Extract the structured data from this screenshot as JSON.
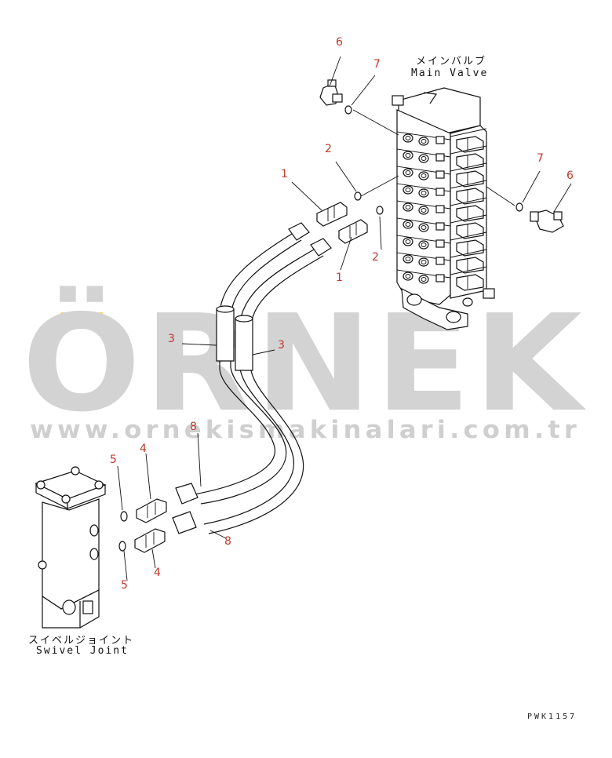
{
  "labels": {
    "main_valve_jp": "メインバルブ",
    "main_valve_en": "Main Valve",
    "swivel_joint_jp": "スイベルジョイント",
    "swivel_joint_en": "Swivel Joint"
  },
  "callouts": [
    {
      "id": "c6a",
      "text": "6"
    },
    {
      "id": "c7a",
      "text": "7"
    },
    {
      "id": "c2a",
      "text": "2"
    },
    {
      "id": "c1a",
      "text": "1"
    },
    {
      "id": "c7b",
      "text": "7"
    },
    {
      "id": "c6b",
      "text": "6"
    },
    {
      "id": "c2b",
      "text": "2"
    },
    {
      "id": "c1b",
      "text": "1"
    },
    {
      "id": "c3a",
      "text": "3"
    },
    {
      "id": "c3b",
      "text": "3"
    },
    {
      "id": "c8a",
      "text": "8"
    },
    {
      "id": "c5a",
      "text": "5"
    },
    {
      "id": "c4a",
      "text": "4"
    },
    {
      "id": "c8b",
      "text": "8"
    },
    {
      "id": "c5b",
      "text": "5"
    },
    {
      "id": "c4b",
      "text": "4"
    }
  ],
  "watermark": {
    "brand": "ÖRNEK",
    "url": "www.ornekismakinalari.com.tr"
  },
  "drawing_code": "PWK1157",
  "colors": {
    "callout": "#c0392b",
    "watermark": "#d3d3d3",
    "accent_dots": "#f3d36b",
    "line": "#111111"
  }
}
